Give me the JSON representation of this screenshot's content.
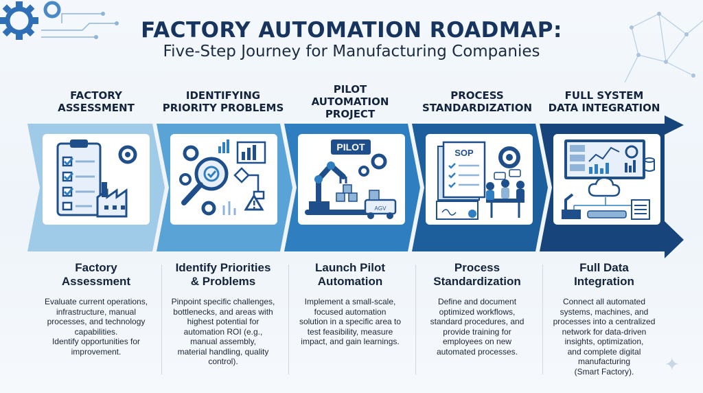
{
  "title": "FACTORY AUTOMATION ROADMAP:",
  "subtitle": "Five-Step Journey for Manufacturing Companies",
  "colors": {
    "band": [
      "#9fcbe9",
      "#5aa3d6",
      "#2f7fc0",
      "#1d5e9c",
      "#17457b"
    ],
    "title": "#16345e",
    "accent": "#1f6fb5"
  },
  "steps": [
    {
      "heading": "FACTORY\nASSESSMENT",
      "title": "Factory\nAssessment",
      "description": "Evaluate current operations,\ninfrastructure, manual\nprocesses, and technology\ncapabilities.\nIdentify opportunities for\nimprovement.",
      "icon": "clipboard-checklist-icon"
    },
    {
      "heading": "IDENTIFYING\nPRIORITY PROBLEMS",
      "title": "Identify Priorities\n& Problems",
      "description": "Pinpoint specific challenges,\nbottlenecks, and areas with\nhighest potential for\nautomation ROI (e.g.,\nmanual assembly,\nmaterial handling, quality\ncontrol).",
      "icon": "magnifier-analysis-icon"
    },
    {
      "heading": "PILOT\nAUTOMATION\nPROJECT",
      "title": "Launch Pilot\nAutomation",
      "description": "Implement a small-scale,\nfocused automation\nsolution in a specific area to\ntest feasibility, measure\nimpact, and gain learnings.",
      "icon": "robot-arm-icon",
      "badge": "PILOT",
      "vehicle": "AGV"
    },
    {
      "heading": "PROCESS\nSTANDARDIZATION",
      "title": "Process\nStandardization",
      "description": "Define and document\noptimized workflows,\nstandard procedures, and\nprovide training for\nemployees on new\nautomated processes.",
      "icon": "sop-document-icon",
      "badge": "SOP"
    },
    {
      "heading": "FULL SYSTEM\nDATA INTEGRATION",
      "title": "Full Data\nIntegration",
      "description": "Connect all automated\nsystems, machines, and\nprocesses into a centralized\nnetwork for data-driven\ninsights, optimization,\nand complete digital\nmanufacturing\n(Smart Factory).",
      "icon": "dashboard-cloud-icon"
    }
  ]
}
